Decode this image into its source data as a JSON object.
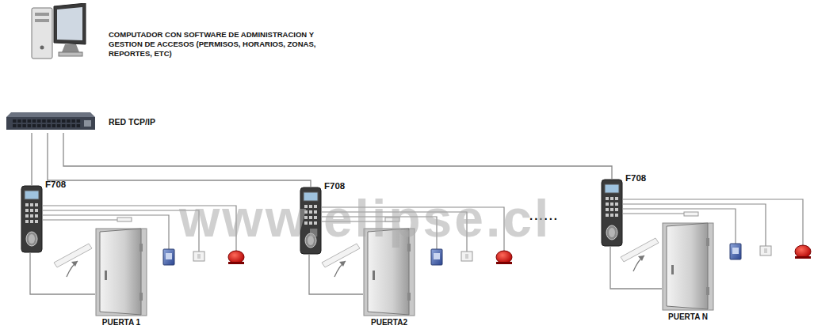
{
  "diagram": {
    "nodes": [
      {
        "text": [
          "COMPUTADOR CON SOFTWARE DE ADMINISTRACION Y GESTION DE ACCESOS (PERMISOS, HORARIOS, ZONAS, REPORTES, ETC)"
        ]
      },
      {
        "text": [
          "RED TCP/IP"
        ]
      },
      {
        "text": [
          "F708"
        ]
      },
      {
        "text": [
          "F708"
        ]
      },
      {
        "text": [
          "F708"
        ]
      },
      {
        "text": [
          "PUERTA 1"
        ]
      },
      {
        "text": [
          "PUERTA2"
        ]
      },
      {
        "text": [
          "PUERTA N"
        ]
      }
    ],
    "edges": [
      {
        "from": 1,
        "to": 2,
        "arrow": "none"
      },
      {
        "from": 1,
        "to": 3,
        "arrow": "none"
      },
      {
        "from": 1,
        "to": 4,
        "arrow": "none"
      },
      {
        "from": 2,
        "to": 5,
        "arrow": "none"
      },
      {
        "from": 3,
        "to": 6,
        "arrow": "none"
      },
      {
        "from": 4,
        "to": 7,
        "arrow": "none"
      }
    ],
    "labels": [
      "......",
      "www.elipse.cl"
    ]
  }
}
